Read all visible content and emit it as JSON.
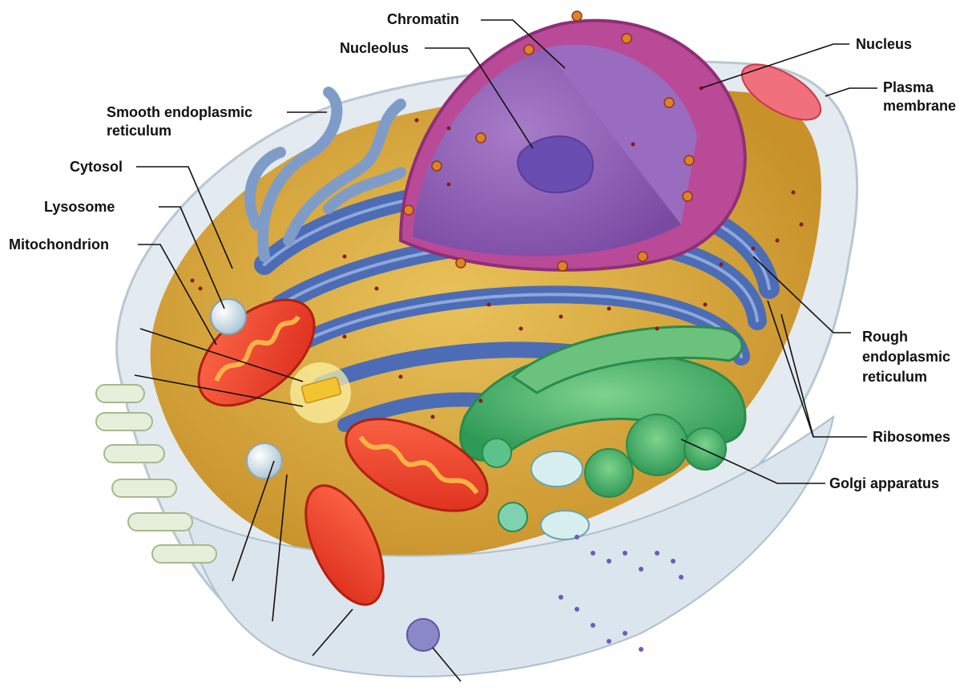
{
  "labels": {
    "chromatin": "Chromatin",
    "nucleolus": "Nucleolus",
    "nucleus": "Nucleus",
    "plasma_membrane_1": "Plasma",
    "plasma_membrane_2": "membrane",
    "smooth_er_1": "Smooth endoplasmic",
    "smooth_er_2": "reticulum",
    "cytosol": "Cytosol",
    "lysosome": "Lysosome",
    "mitochondrion": "Mitochondrion",
    "rough_er_1": "Rough",
    "rough_er_2": "endoplasmic",
    "rough_er_3": "reticulum",
    "ribosomes": "Ribosomes",
    "golgi": "Golgi apparatus"
  },
  "colors": {
    "membrane": "#dfe7ee",
    "cytosol": "#d9a93a",
    "nucleus_cut": "#8a5bb3",
    "nucleus_envelope": "#b5418f",
    "nucleolus": "#6c4fb0",
    "rough_er": "#4f6fb6",
    "smooth_er": "#7f9cc8",
    "golgi": "#3fae6a",
    "mitochondrion": "#e8412b",
    "mito_inner": "#f08a2a",
    "lysosome": "#cfe3ea",
    "ribosome": "#8a1a1a",
    "leader": "#111111"
  }
}
